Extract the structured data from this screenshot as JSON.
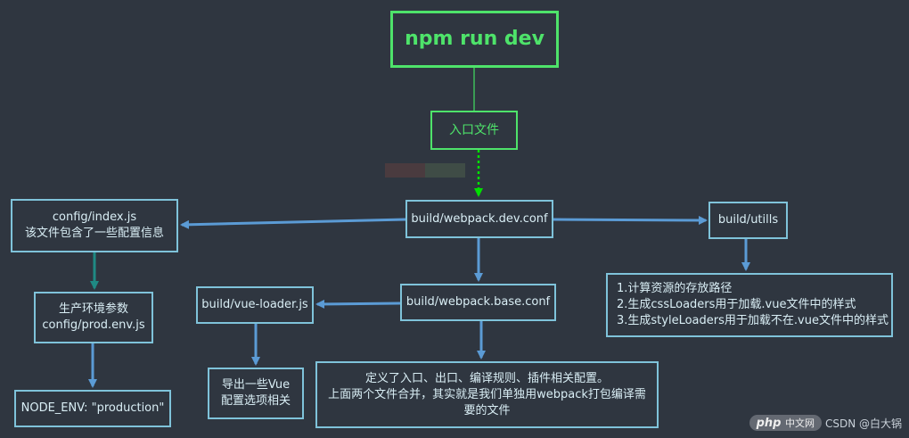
{
  "nodes": {
    "npm_run_dev": "npm run dev",
    "entry_file": "入口文件",
    "webpack_dev_conf": "build/webpack.dev.conf",
    "config_index": [
      "config/index.js",
      "该文件包含了一些配置信息"
    ],
    "build_utils": "build/utills",
    "prod_env_params": [
      "生产环境参数",
      "config/prod.env.js"
    ],
    "node_env": "NODE_ENV: \"production\"",
    "vue_loader": "build/vue-loader.js",
    "vue_config_export": [
      "导出一些Vue",
      "配置选项相关"
    ],
    "webpack_base_conf": "build/webpack.base.conf",
    "utils_desc": [
      "1.计算资源的存放路径",
      "2.生成cssLoaders用于加载.vue文件中的样式",
      "3.生成styleLoaders用于加载不在.vue文件中的样式"
    ],
    "base_conf_desc": [
      "定义了入口、出口、编译规则、插件相关配置。",
      "上面两个文件合并，其实就是我们单独用webpack打包编译需",
      "要的文件"
    ]
  },
  "footer": {
    "logo_text": "php",
    "logo_suffix": "中文网",
    "credit": "CSDN @白大锅"
  },
  "colors": {
    "background": "#2f3640",
    "node_border": "#7fc3da",
    "node_text": "#d9eef5",
    "main_green": "#4ee36a",
    "arrow_blue": "#5b9bd5",
    "arrow_teal": "#1f8a84",
    "dotted_green": "#00e000"
  }
}
